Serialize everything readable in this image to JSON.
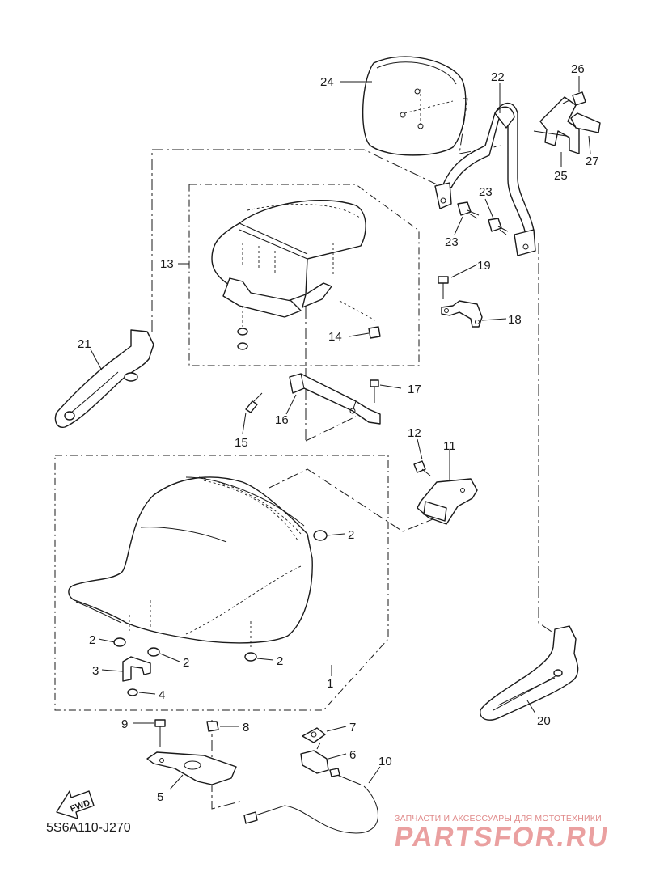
{
  "diagram_code": "5S6A110-J270",
  "fwd_label": "FWD",
  "watermark": {
    "subtitle": "ЗАПЧАСТИ И АКСЕССУАРЫ ДЛЯ МОТОТЕХНИКИ",
    "brand": "PARTSFOR.RU",
    "color": "#e08a8a"
  },
  "callouts": {
    "c1": "1",
    "c2a": "2",
    "c2b": "2",
    "c2c": "2",
    "c2d": "2",
    "c3": "3",
    "c4": "4",
    "c5": "5",
    "c6": "6",
    "c7": "7",
    "c8": "8",
    "c9": "9",
    "c10": "10",
    "c11": "11",
    "c12": "12",
    "c13": "13",
    "c14": "14",
    "c15": "15",
    "c16": "16",
    "c17": "17",
    "c18": "18",
    "c19": "19",
    "c20": "20",
    "c21": "21",
    "c22": "22",
    "c23a": "23",
    "c23b": "23",
    "c24": "24",
    "c25": "25",
    "c26": "26",
    "c27": "27"
  }
}
